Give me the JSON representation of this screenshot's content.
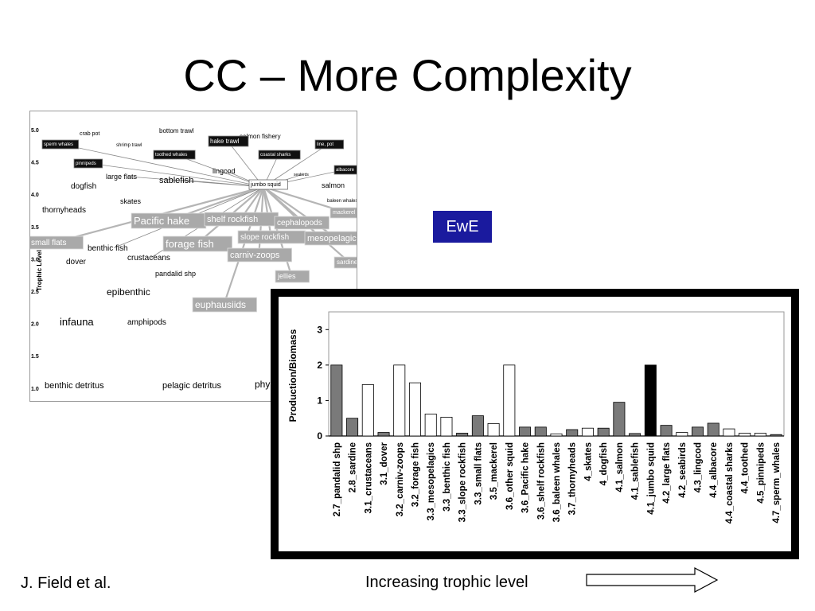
{
  "slide": {
    "title": "CC – More Complexity",
    "badge": "EwE",
    "credit": "J. Field et al.",
    "trend_label": "Increasing trophic level"
  },
  "food_web": {
    "ylabel": "Trophic Level",
    "yticks": [
      "5.0",
      "4.5",
      "4.0",
      "3.5",
      "3.0",
      "2.5",
      "2.0",
      "1.5",
      "1.0"
    ],
    "nodes": [
      {
        "label": "crab pot",
        "style": "plain"
      },
      {
        "label": "bottom trawl",
        "style": "plain"
      },
      {
        "label": "salmon fishery",
        "style": "plain"
      },
      {
        "label": "sperm whales",
        "style": "dark"
      },
      {
        "label": "shrimp trawl",
        "style": "plain"
      },
      {
        "label": "toothed whales",
        "style": "dark"
      },
      {
        "label": "hake trawl",
        "style": "dark"
      },
      {
        "label": "coastal sharks",
        "style": "dark"
      },
      {
        "label": "line, pot",
        "style": "dark"
      },
      {
        "label": "pinnipeds",
        "style": "dark"
      },
      {
        "label": "lingcod",
        "style": "plain"
      },
      {
        "label": "seabirds",
        "style": "plain"
      },
      {
        "label": "albacore",
        "style": "dark"
      },
      {
        "label": "large flats",
        "style": "plain"
      },
      {
        "label": "sablefish",
        "style": "plain"
      },
      {
        "label": "jumbo squid",
        "style": "boxed"
      },
      {
        "label": "dogfish",
        "style": "plain"
      },
      {
        "label": "salmon",
        "style": "plain"
      },
      {
        "label": "skates",
        "style": "plain"
      },
      {
        "label": "baleen whales",
        "style": "plain"
      },
      {
        "label": "thornyheads",
        "style": "plain"
      },
      {
        "label": "mackerel",
        "style": "grey"
      },
      {
        "label": "Pacific hake",
        "style": "grey"
      },
      {
        "label": "shelf rockfish",
        "style": "grey"
      },
      {
        "label": "cephalopods",
        "style": "grey"
      },
      {
        "label": "small flats",
        "style": "grey"
      },
      {
        "label": "benthic fish",
        "style": "plain"
      },
      {
        "label": "forage fish",
        "style": "grey"
      },
      {
        "label": "slope rockfish",
        "style": "grey"
      },
      {
        "label": "mesopelagics",
        "style": "grey"
      },
      {
        "label": "dover",
        "style": "plain"
      },
      {
        "label": "crustaceans",
        "style": "plain"
      },
      {
        "label": "carniv-zoops",
        "style": "grey"
      },
      {
        "label": "sardine",
        "style": "grey"
      },
      {
        "label": "pandalid shp",
        "style": "plain"
      },
      {
        "label": "jellies",
        "style": "grey"
      },
      {
        "label": "epibenthic",
        "style": "plain"
      },
      {
        "label": "euphausiids",
        "style": "grey"
      },
      {
        "label": "infauna",
        "style": "plain"
      },
      {
        "label": "amphipods",
        "style": "plain"
      },
      {
        "label": "benthic detritus",
        "style": "plain"
      },
      {
        "label": "pelagic detritus",
        "style": "plain"
      },
      {
        "label": "phy",
        "style": "plain"
      }
    ]
  },
  "chart_data": {
    "type": "bar",
    "ylabel": "Production/Biomass",
    "ylim": [
      0,
      3.5
    ],
    "yticks": [
      0,
      1,
      2,
      3
    ],
    "grid": false,
    "categories": [
      "2.7_pandalid shp",
      "2.8_sardine",
      "3.1_crustaceans",
      "3.1_dover",
      "3.2_carniv-zoops",
      "3.2_forage fish",
      "3.3_mesopelagics",
      "3.3_benthic fish",
      "3.3_slope rockfish",
      "3.3_small flats",
      "3.5_mackerel",
      "3.6_other squid",
      "3.6_Pacific hake",
      "3.6_shelf rockfish",
      "3.6_baleen whales",
      "3.7_thornyheads",
      "4_skates",
      "4_dogfish",
      "4.1_salmon",
      "4.1_sablefish",
      "4.1_jumbo squid",
      "4.2_large flats",
      "4.2_seabirds",
      "4.3_lingcod",
      "4.4_albacore",
      "4.4_coastal sharks",
      "4.4_toothed",
      "4.5_pinnipeds",
      "4.7_sperm_whales"
    ],
    "values": [
      2.0,
      0.5,
      1.45,
      0.1,
      2.0,
      1.5,
      0.62,
      0.53,
      0.08,
      0.57,
      0.35,
      2.0,
      0.25,
      0.25,
      0.06,
      0.18,
      0.22,
      0.22,
      0.95,
      0.07,
      2.0,
      0.3,
      0.1,
      0.25,
      0.36,
      0.2,
      0.08,
      0.08,
      0.04
    ],
    "fills": [
      "gray",
      "gray",
      "white",
      "gray",
      "white",
      "white",
      "white",
      "white",
      "gray",
      "gray",
      "white",
      "white",
      "gray",
      "gray",
      "white",
      "gray",
      "white",
      "gray",
      "gray",
      "gray",
      "black",
      "gray",
      "white",
      "gray",
      "gray",
      "white",
      "white",
      "white",
      "gray"
    ],
    "colors": {
      "gray": "#7a7a7a",
      "white": "#ffffff",
      "black": "#000000"
    }
  }
}
